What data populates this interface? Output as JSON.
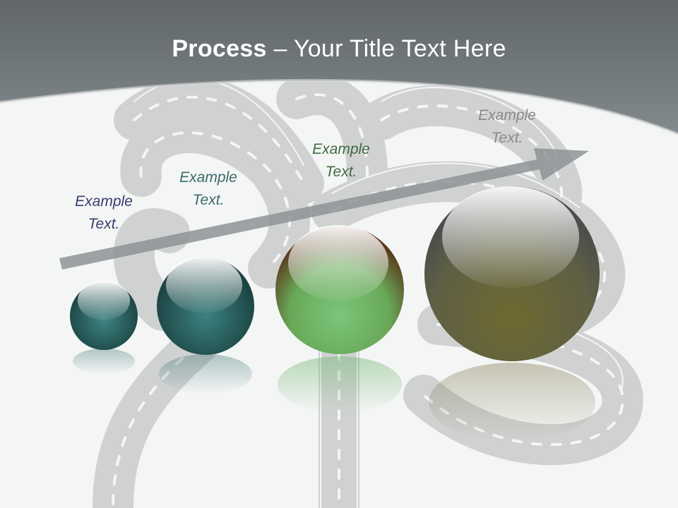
{
  "slide": {
    "title_bold": "Process",
    "title_rest": " – Your Title Text Here",
    "labels": [
      "Example Text.",
      "Example Text.",
      "Example Text.",
      "Example Text."
    ]
  },
  "colors": {
    "header": "#707679",
    "background": "#f4f5f5",
    "road": "#c2c4c4",
    "arrow": "#8e9395",
    "sphere_1": "#2f6a69",
    "sphere_2": "#2e6765",
    "sphere_3": "#6fb56c",
    "sphere_4": "#6f6a3a"
  },
  "icons": [
    "road-bow-illustration",
    "progress-arrow",
    "glass-sphere"
  ]
}
